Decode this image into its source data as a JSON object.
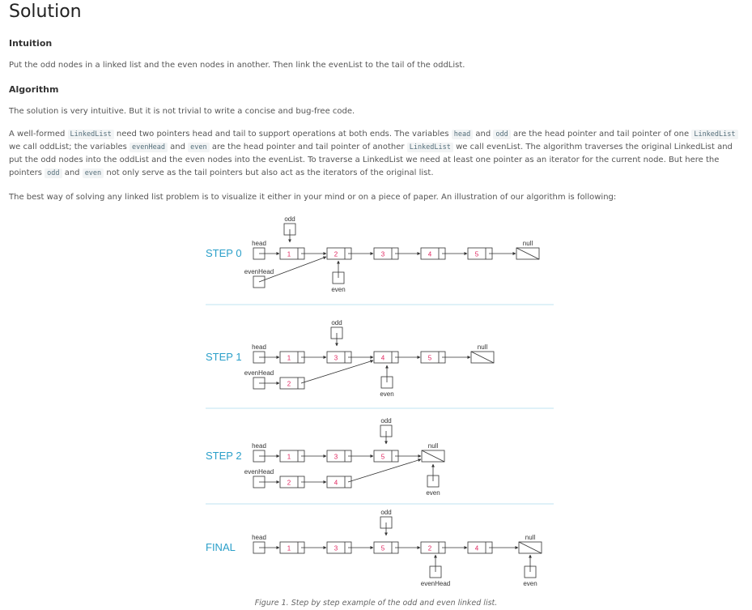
{
  "title": "Solution",
  "intuition": {
    "heading": "Intuition",
    "text": "Put the odd nodes in a linked list and the even nodes in another. Then link the evenList to the tail of the oddList."
  },
  "algorithm": {
    "heading": "Algorithm",
    "p1": "The solution is very intuitive. But it is not trivial to write a concise and bug-free code.",
    "p2": {
      "t1": "A well-formed ",
      "c1": "LinkedList",
      "t2": " need two pointers head and tail to support operations at both ends. The variables ",
      "c2": "head",
      "t3": " and ",
      "c3": "odd",
      "t4": " are the head pointer and tail pointer of one ",
      "c4": "LinkedList",
      "t5": " we call oddList; the variables ",
      "c5": "evenHead",
      "t6": " and ",
      "c6": "even",
      "t7": " are the head pointer and tail pointer of another ",
      "c7": "LinkedList",
      "t8": " we call evenList. The algorithm traverses the original LinkedList and put the odd nodes into the oddList and the even nodes into the evenList. To traverse a LinkedList we need at least one pointer as an iterator for the current node. But here the pointers ",
      "c8": "odd",
      "t9": " and ",
      "c9": "even",
      "t10": " not only serve as the tail pointers but also act as the iterators of the original list."
    },
    "p3": "The best way of solving any linked list problem is to visualize it either in your mind or on a piece of paper. An illustration of our algorithm is following:"
  },
  "figure": {
    "caption": "Figure 1. Step by step example of the odd and even linked list.",
    "colors": {
      "step_label": "#2a9fc9",
      "node_value": "#e0245e",
      "divider": "#bfe3f2",
      "box": "#333333"
    },
    "labels": {
      "head": "head",
      "evenHead": "evenHead",
      "odd": "odd",
      "even": "even",
      "null": "null"
    },
    "steps": [
      {
        "label": "STEP 0",
        "top_list": [
          "1",
          "2",
          "3",
          "4",
          "5"
        ],
        "even_list": []
      },
      {
        "label": "STEP 1",
        "top_list": [
          "1",
          "3",
          "4",
          "5"
        ],
        "even_list": [
          "2"
        ]
      },
      {
        "label": "STEP 2",
        "top_list": [
          "1",
          "3",
          "5"
        ],
        "even_list": [
          "2",
          "4"
        ]
      },
      {
        "label": "FINAL",
        "top_list": [
          "1",
          "3",
          "5",
          "2",
          "4"
        ],
        "even_list": []
      }
    ]
  }
}
